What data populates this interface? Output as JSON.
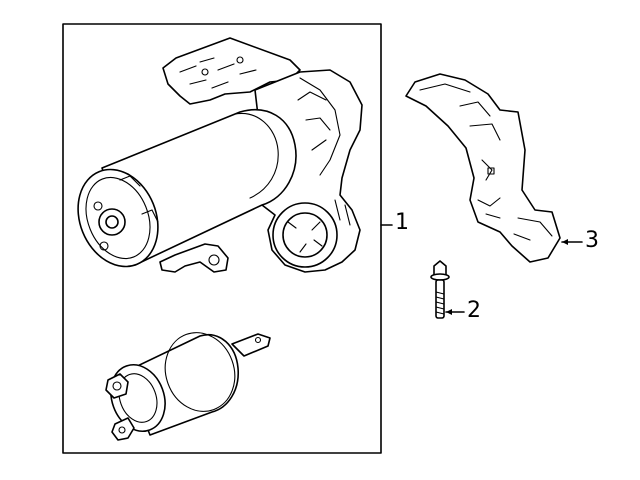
{
  "callouts": {
    "starter_assembly": "1",
    "bolt": "2",
    "bracket": "3"
  }
}
